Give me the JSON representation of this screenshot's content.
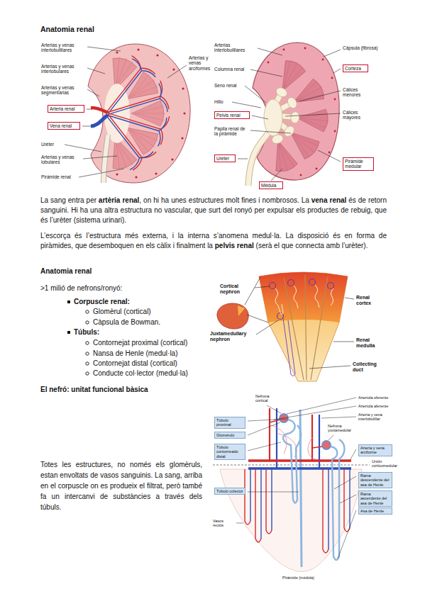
{
  "diagram": {
    "title": "Anatomia renal",
    "nodes": [
      {
        "text": [
          "Arteria renal"
        ]
      },
      {
        "text": [
          "Vena renal"
        ]
      },
      {
        "text": [
          "Corteza"
        ]
      },
      {
        "text": [
          "Pelvis renal"
        ]
      },
      {
        "text": [
          "Uréter"
        ]
      },
      {
        "text": [
          "Pirámide medular"
        ]
      },
      {
        "text": [
          "Médula"
        ]
      },
      {
        "text": [
          "Túbulo proximal"
        ]
      },
      {
        "text": [
          "Glomérulo"
        ]
      },
      {
        "text": [
          "Arteria y vena arciforme"
        ]
      },
      {
        "text": [
          "Túbulo contorneado distal"
        ]
      },
      {
        "text": [
          "Rama descendente del asa de Henle"
        ]
      },
      {
        "text": [
          "Rama ascendente del asa de Henle"
        ]
      },
      {
        "text": [
          "Túbulo colector"
        ]
      },
      {
        "text": [
          "Asa de Henle"
        ]
      }
    ],
    "labels": [
      "Arterias y venas interlobulillares",
      "Arterias y venas interlobulares",
      "Arterias y venas segmentarias",
      "Arterias y venas arciformes",
      "Uréter",
      "Arterias y venas lobulares",
      "Pirámide renal",
      "Arterias interlobulillares",
      "Columna renal",
      "Seno renal",
      "Hilio",
      "Papila renal de la pirámide",
      "Cápsula (fibrosa)",
      "Cálices menores",
      "Cálices mayores",
      "La sang entra per",
      "artèria renal",
      ", on hi ha unes estructures molt fines i nombrosos. La",
      "vena renal",
      "és de retorn sanguini. Hi ha una altra estructura no vascular, que surt del ronyó per expulsar els productes de rebuig, que és l’urèter (sistema urinari).",
      "L’escorça és l’estructura més externa, i la interna s’anomena medul·la. La disposició és en forma de piràmides, que desemboquen en els càlix i finalment la",
      "pelvis renal",
      "(serà el que connecta amb l’urèter).",
      "Anatomia renal",
      ">1 milió de nefrons/ronyó:",
      "Corpuscle renal:",
      "Glomèrul (cortical)",
      "Càpsula de Bowman.",
      "Túbuls:",
      "Contornejat proximal (cortical)",
      "Nansa de Henle (medul·la)",
      "Contornejat distal (cortical)",
      "Conducte col·lector (medul·la)",
      "Cortical nephron",
      "Renal cortex",
      "Juxtamedullary nephron",
      "Renal medulla",
      "Collecting duct",
      "El nefró: unitat funcional bàsica",
      "Totes les estructures, no només els glomèruls, estan envoltats de vasos sanguinis. La sang, arriba en el corpuscle on es produeix el filtrat, però també fa un intercanvi de substàncies a través dels túbuls.",
      "Nefrona cortical",
      "Arteriola eferente",
      "Arteriola aferente",
      "Arteria y vena interlobulillar",
      "Nefrona yuxtamedular",
      "Unión corticomedular",
      "Vasos rectos",
      "Pirámide (médula)"
    ]
  }
}
